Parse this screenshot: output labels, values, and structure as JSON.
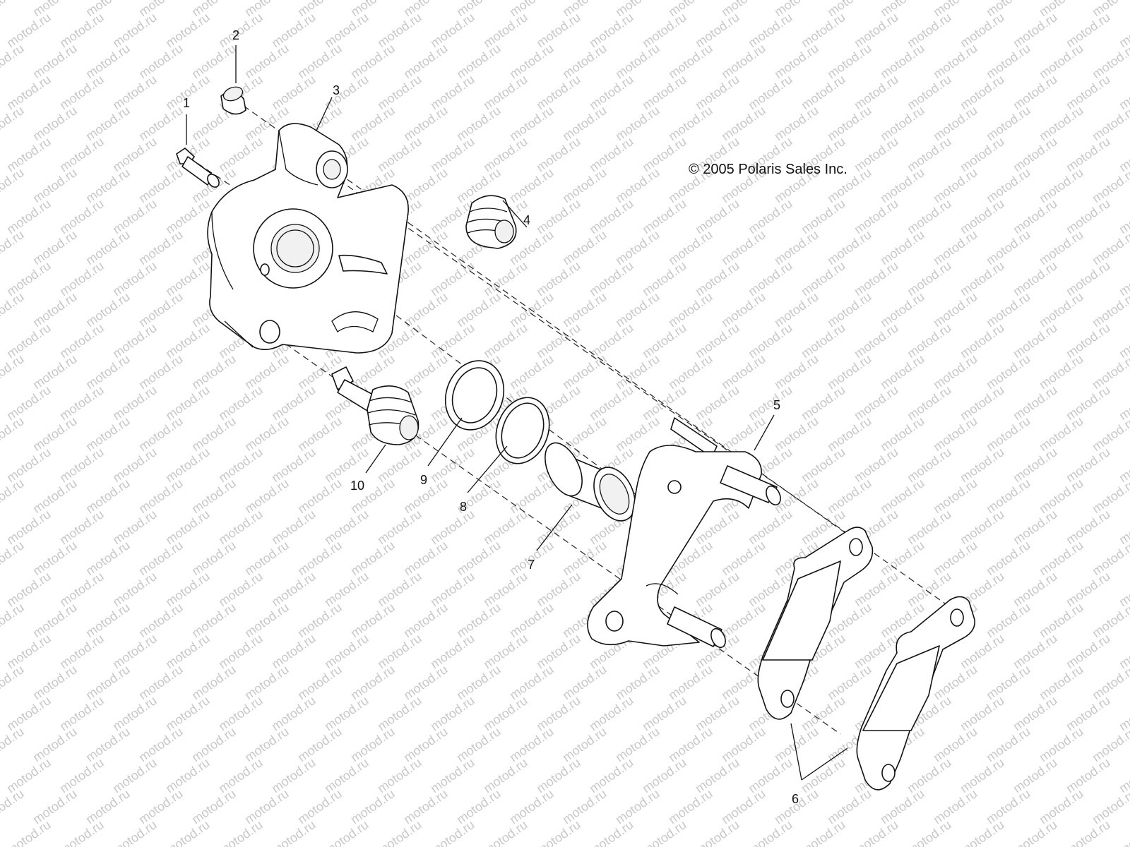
{
  "copyright": "© 2005 Polaris Sales Inc.",
  "watermark": "motod.ru",
  "callouts": {
    "c1": "1",
    "c2": "2",
    "c3": "3",
    "c4": "4",
    "c5": "5",
    "c6": "6",
    "c7": "7",
    "c8": "8",
    "c9": "9",
    "c10": "10"
  }
}
